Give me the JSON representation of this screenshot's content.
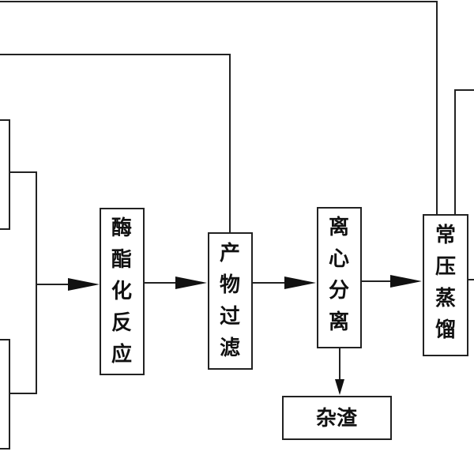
{
  "diagram": {
    "nodes": {
      "enzymatic_esterification": [
        "酶",
        "酯",
        "化",
        "反",
        "应"
      ],
      "product_filtration": [
        "产",
        "物",
        "过",
        "滤"
      ],
      "centrifugal_separation": [
        "离",
        "心",
        "分",
        "离"
      ],
      "atmospheric_distillation": [
        "常",
        "压",
        "蒸",
        "馏"
      ],
      "residue": "杂渣"
    },
    "colors": {
      "stroke": "#222222",
      "text": "#111111",
      "background": "#ffffff"
    }
  }
}
